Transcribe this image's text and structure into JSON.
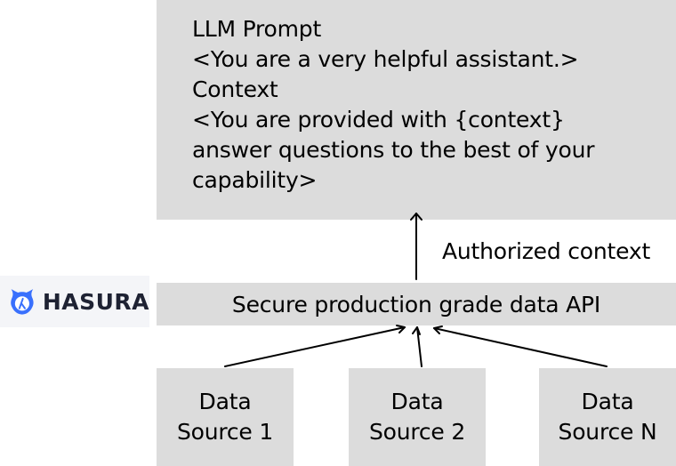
{
  "prompt": {
    "lines": [
      "LLM Prompt",
      "<You are a very helpful assistant.>",
      "Context",
      "<You are provided with {context}",
      "answer questions to the best of your",
      "capability>"
    ]
  },
  "edge_label": "Authorized context",
  "api": {
    "label": "Secure production grade data API"
  },
  "logo": {
    "name": "HASURA",
    "icon": "hasura-logo-icon",
    "color": "#3970FD"
  },
  "sources": [
    {
      "line1": "Data",
      "line2": "Source 1"
    },
    {
      "line1": "Data",
      "line2": "Source 2"
    },
    {
      "line1": "Data",
      "line2": "Source N"
    }
  ],
  "colors": {
    "box_fill": "#DCDCDC",
    "arrow": "#000000"
  }
}
